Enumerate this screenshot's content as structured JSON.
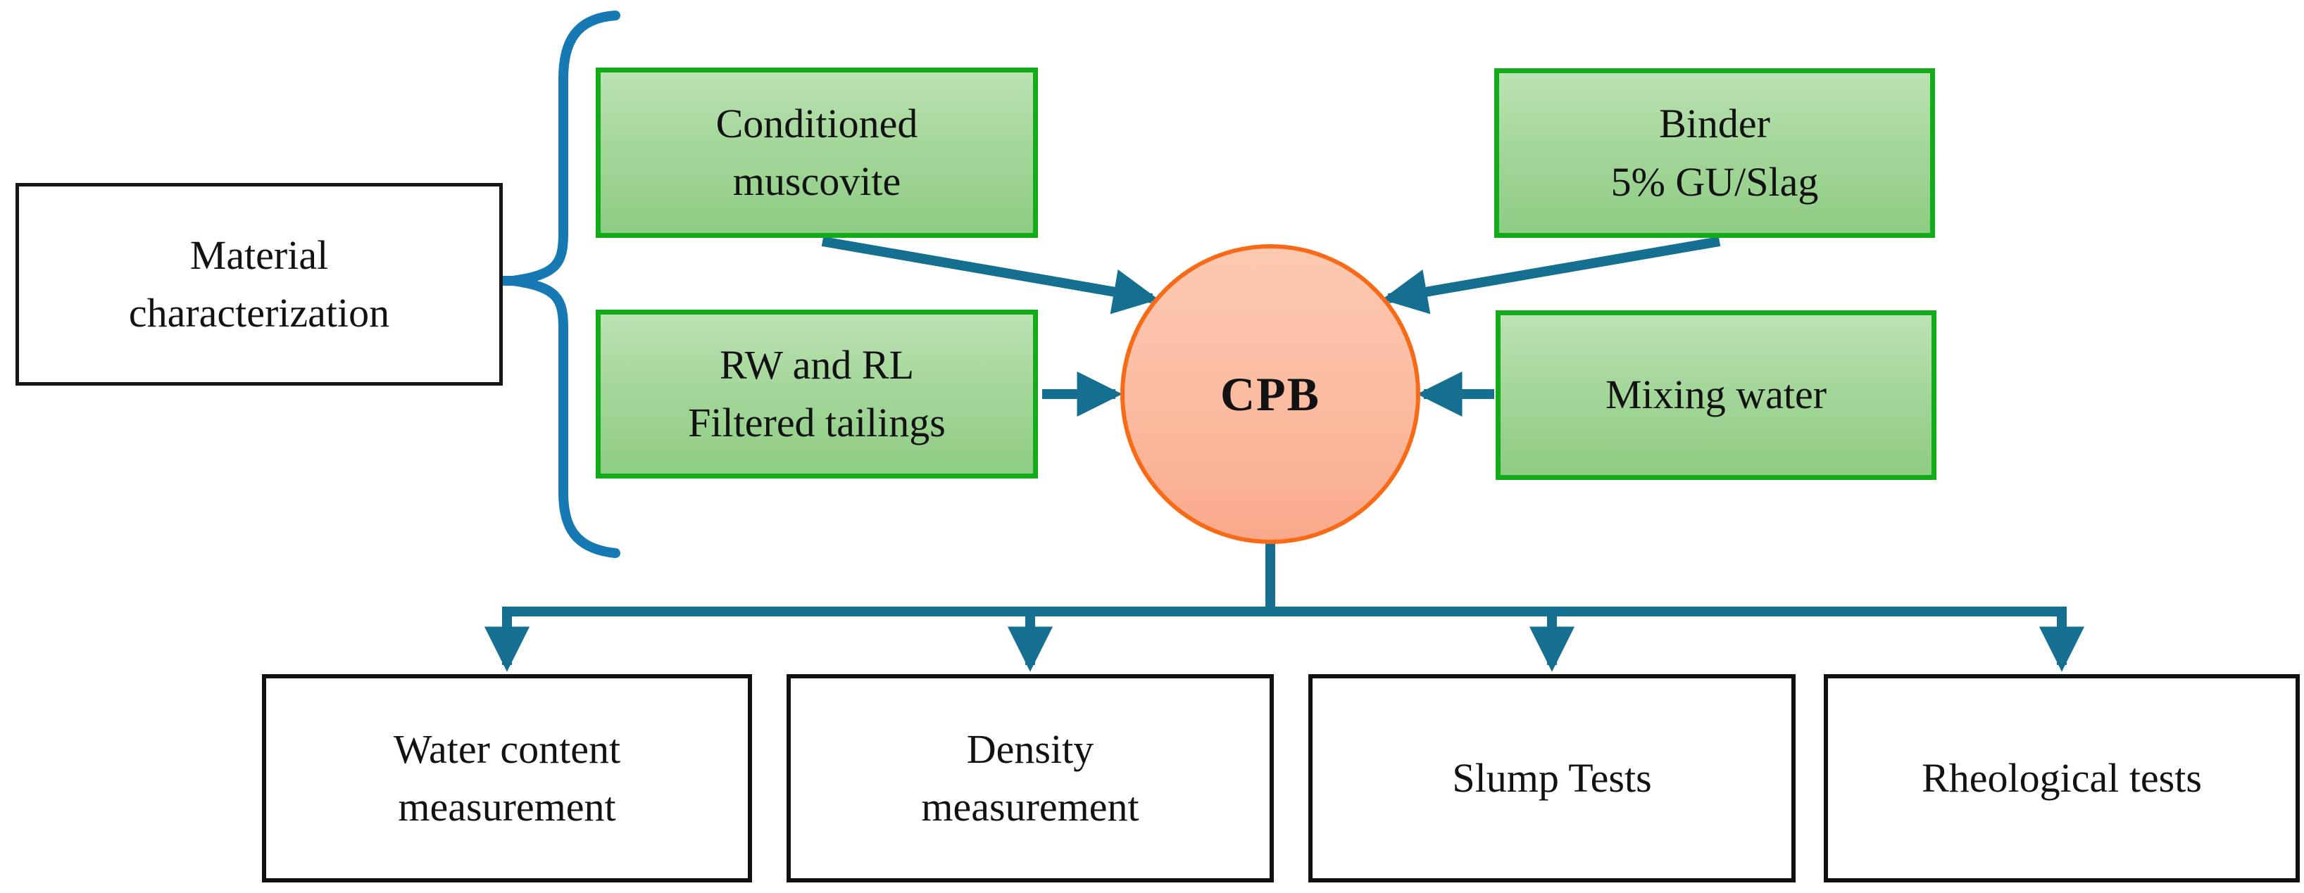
{
  "figure": {
    "type": "flow-diagram",
    "title": "CPB mixture preparation and testing flow diagram"
  },
  "nodes": {
    "material_characterization": "Material\ncharacterization",
    "conditioned_muscovite": "Conditioned\nmuscovite",
    "rw_rl_filtered_tailings": "RW and RL\nFiltered tailings",
    "binder": "Binder\n5% GU/Slag",
    "mixing_water": "Mixing water",
    "cpb": "CPB",
    "water_content": "Water content\nmeasurement",
    "density": "Density\nmeasurement",
    "slump_tests": "Slump Tests",
    "rheological_tests": "Rheological tests"
  },
  "edges": [
    {
      "from": "Conditioned muscovite",
      "to": "CPB",
      "style": "arrow"
    },
    {
      "from": "Binder 5% GU/Slag",
      "to": "CPB",
      "style": "arrow"
    },
    {
      "from": "RW and RL Filtered tailings",
      "to": "CPB",
      "style": "arrow"
    },
    {
      "from": "Mixing water",
      "to": "CPB",
      "style": "arrow"
    },
    {
      "from": "CPB",
      "to": "Water content measurement",
      "style": "arrow"
    },
    {
      "from": "CPB",
      "to": "Density measurement",
      "style": "arrow"
    },
    {
      "from": "CPB",
      "to": "Slump Tests",
      "style": "arrow"
    },
    {
      "from": "CPB",
      "to": "Rheological tests",
      "style": "arrow"
    },
    {
      "from": "Material characterization",
      "to": "Conditioned muscovite + RW and RL Filtered tailings",
      "style": "brace"
    }
  ],
  "colors": {
    "arrow_teal": "#156f91",
    "brace_blue": "#1779b4",
    "green_node_border": "#12ab19",
    "green_node_fill_top": "#bce2b3",
    "green_node_fill_bottom": "#8fcc84",
    "cpb_fill_top": "#fcc9b1",
    "cpb_fill_bottom": "#f9a98c",
    "cpb_border": "#f96a16",
    "box_border_black": "#111111",
    "text": "#121212",
    "background": "#ffffff"
  }
}
